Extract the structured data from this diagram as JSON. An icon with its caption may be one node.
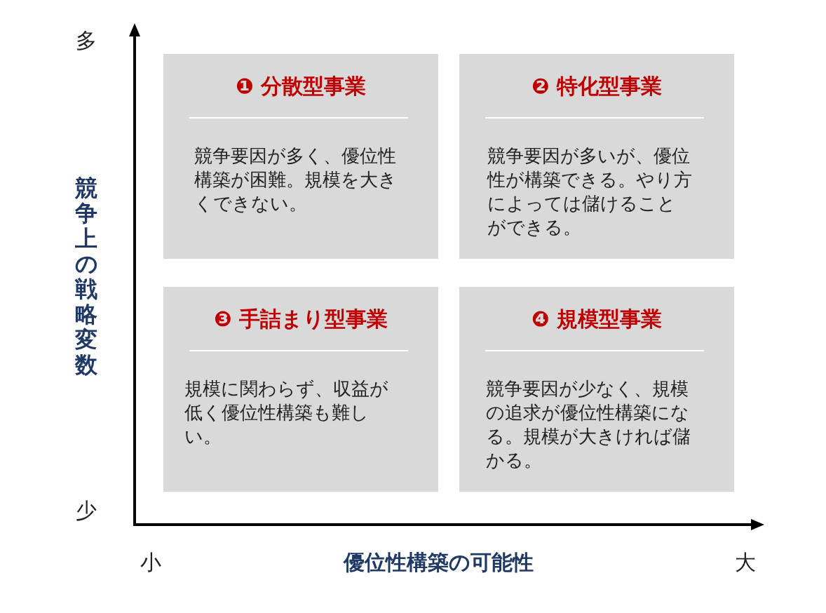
{
  "diagram": {
    "nodes": [
      {
        "text": [
          "❶ 分散型事業",
          "競争要因が多く、優位性構築が困難。規模を大きくできない。"
        ]
      },
      {
        "text": [
          "❷ 特化型事業",
          "競争要因が多いが、優位性が構築できる。やり方によっては儲けることができる。"
        ]
      },
      {
        "text": [
          "❸ 手詰まり型事業",
          "規模に関わらず、収益が低く優位性構築も難しい。"
        ]
      },
      {
        "text": [
          "❹ 規模型事業",
          "競争要因が少なく、規模の追求が優位性構築になる。規模が大きければ儲かる。"
        ]
      }
    ],
    "edges": [],
    "labels": [
      "多",
      "競争上の戦略変数",
      "少",
      "小",
      "優位性構築の可能性",
      "大"
    ]
  }
}
